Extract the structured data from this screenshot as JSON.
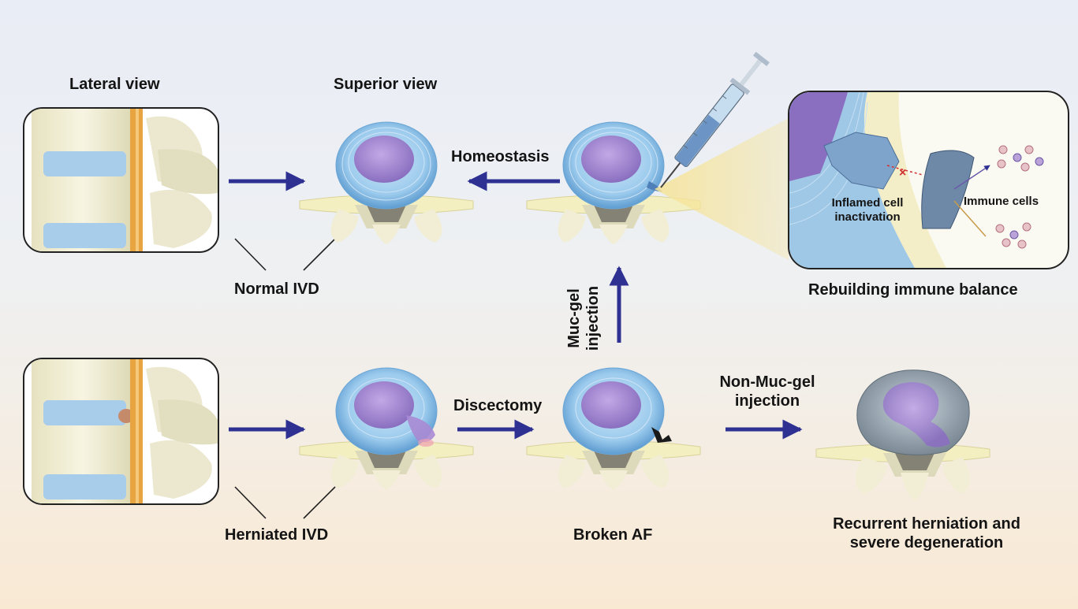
{
  "labels": {
    "lateral_view": "Lateral view",
    "superior_view": "Superior view",
    "homeostasis": "Homeostasis",
    "normal_ivd": "Normal IVD",
    "herniated_ivd": "Herniated IVD",
    "discectomy": "Discectomy",
    "broken_af": "Broken AF",
    "muc_gel_line1": "Muc-gel",
    "muc_gel_line2": "injection",
    "non_muc_line1": "Non-Muc-gel",
    "non_muc_line2": "injection",
    "recurrent_line1": "Recurrent herniation and",
    "recurrent_line2": "severe degeneration",
    "rebuilding": "Rebuilding immune balance",
    "inflamed_line1": "Inflamed cell",
    "inflamed_line2": "inactivation",
    "immune_cells": "Immune cells"
  },
  "colors": {
    "arrow": "#2e3192",
    "disc_outer": "#8fc3ea",
    "nucleus": "#a98ad3",
    "bone": "#f3f0d3",
    "panel_border": "#222222"
  }
}
